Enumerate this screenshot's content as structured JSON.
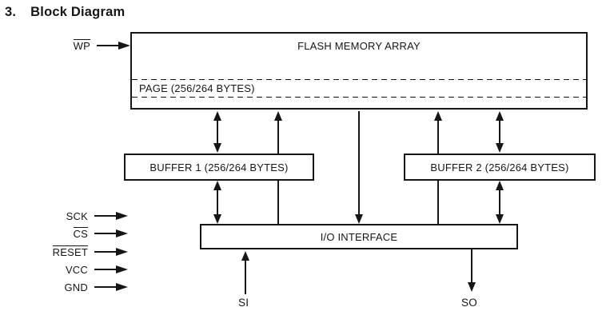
{
  "title": {
    "number": "3.",
    "text": "Block Diagram"
  },
  "blocks": {
    "flash": {
      "label": "FLASH MEMORY ARRAY",
      "page": "PAGE (256/264 BYTES)"
    },
    "buffer1": {
      "label": "BUFFER 1 (256/264 BYTES)"
    },
    "buffer2": {
      "label": "BUFFER 2 (256/264 BYTES)"
    },
    "io": {
      "label": "I/O INTERFACE"
    }
  },
  "signals": {
    "wp": {
      "label": "WP",
      "overline": true
    },
    "left": [
      {
        "label": "SCK",
        "overline": false
      },
      {
        "label": "CS",
        "overline": true
      },
      {
        "label": "RESET",
        "overline": true
      },
      {
        "label": "VCC",
        "overline": false
      },
      {
        "label": "GND",
        "overline": false
      }
    ],
    "si": {
      "label": "SI"
    },
    "so": {
      "label": "SO"
    }
  },
  "colors": {
    "ink": "#161616",
    "background": "#ffffff"
  }
}
